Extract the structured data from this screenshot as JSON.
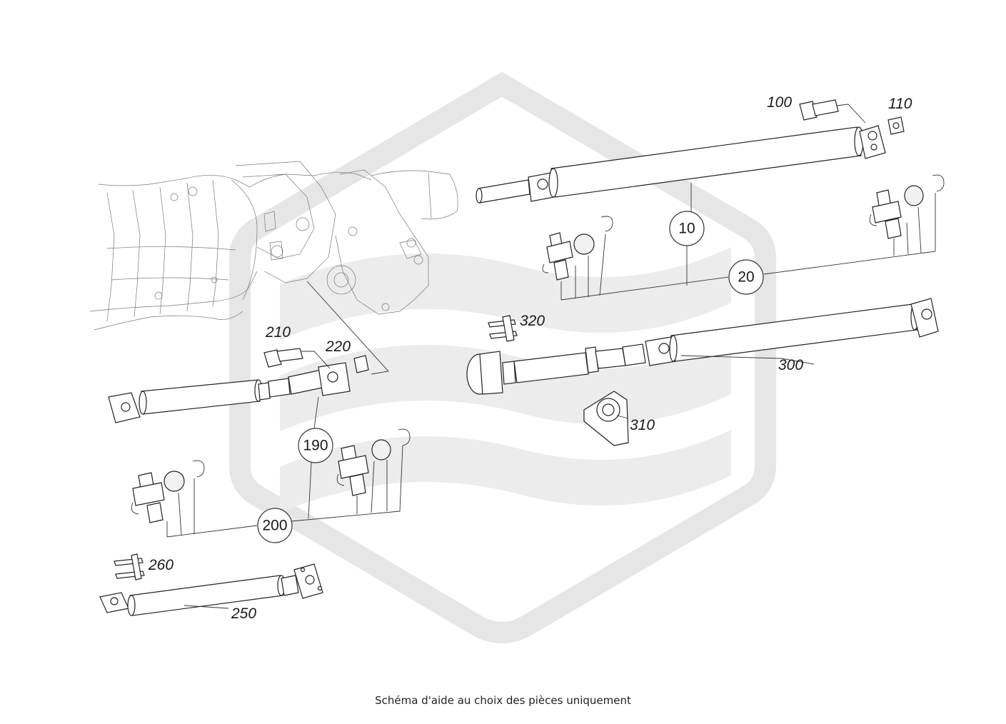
{
  "footer_caption": "Schéma d'aide au choix des pièces uniquement",
  "watermark": {
    "color": "#e6e6e6"
  },
  "part_labels": {
    "p100": "100",
    "p110": "110",
    "p210": "210",
    "p220": "220",
    "p320": "320",
    "p300": "300",
    "p310": "310",
    "p260": "260",
    "p250": "250"
  },
  "callouts": {
    "c10": "10",
    "c20": "20",
    "c190": "190",
    "c200": "200"
  }
}
